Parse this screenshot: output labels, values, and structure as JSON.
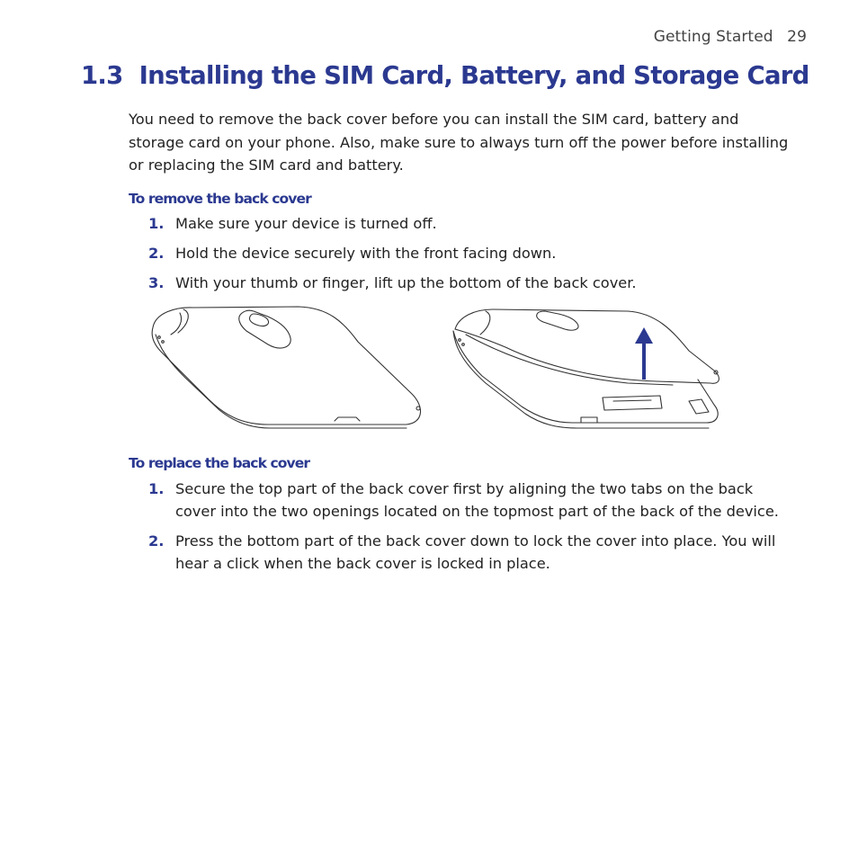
{
  "header": {
    "section": "Getting Started",
    "page_number": "29"
  },
  "title": {
    "number": "1.3",
    "text": "Installing the SIM Card, Battery, and Storage Card"
  },
  "intro": "You need to remove the back cover before you can install the SIM card, battery and storage card on your phone. Also, make sure to always turn off the power before installing or replacing the SIM card and battery.",
  "remove": {
    "heading": "To remove the back cover",
    "steps": [
      {
        "num": "1.",
        "text": "Make sure your device is turned off."
      },
      {
        "num": "2.",
        "text": "Hold the device securely with the front facing down."
      },
      {
        "num": "3.",
        "text": "With your thumb or finger, lift up the bottom of the back cover."
      }
    ]
  },
  "replace": {
    "heading": "To replace the back cover",
    "steps": [
      {
        "num": "1.",
        "text": "Secure the top part of the back cover first by aligning the two tabs on the back cover into the two openings located on the topmost part of the back of the device."
      },
      {
        "num": "2.",
        "text": "Press the bottom part of the back cover down to lock the cover into place. You will hear a click when the back cover is locked in place."
      }
    ]
  },
  "colors": {
    "accent": "#2b3990",
    "text": "#222222",
    "line_art": "#333333"
  }
}
